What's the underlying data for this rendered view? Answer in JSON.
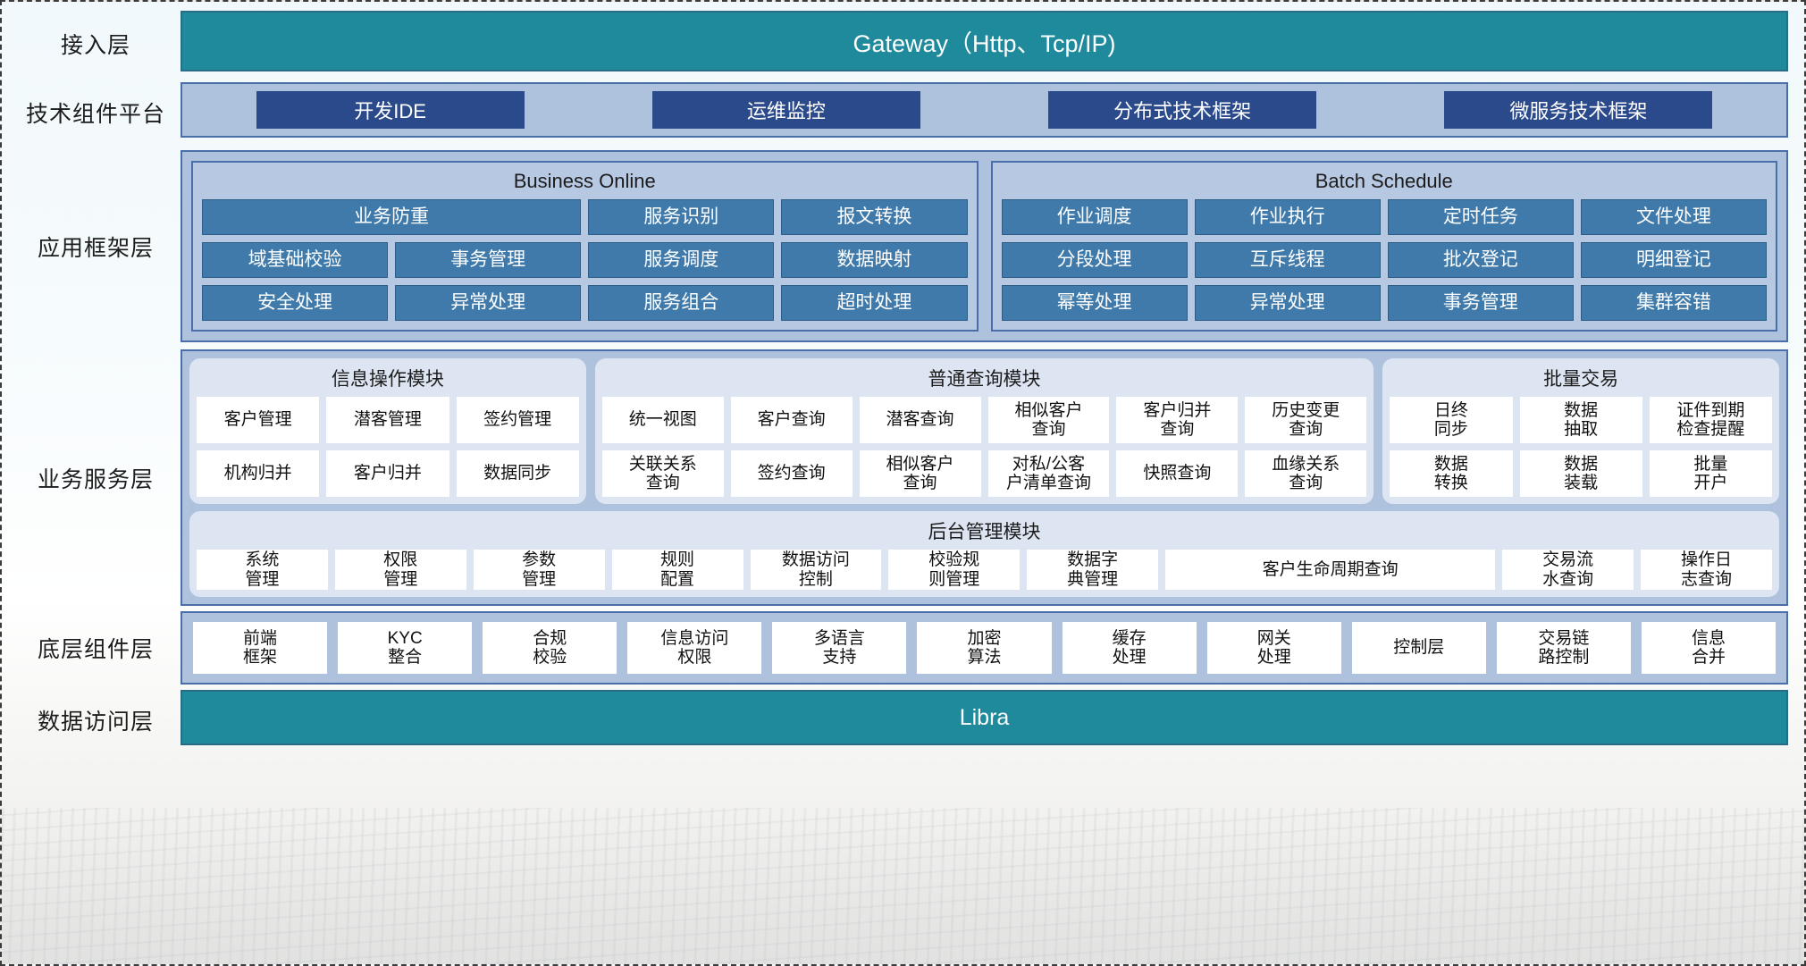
{
  "layers": {
    "access": "接入层",
    "tech": "技术组件平台",
    "app_framework": "应用框架层",
    "business_service": "业务服务层",
    "base_component": "底层组件层",
    "data_access": "数据访问层"
  },
  "gateway": {
    "label": "Gateway（Http、Tcp/IP)"
  },
  "tech_platform": {
    "items": [
      {
        "label": "开发IDE"
      },
      {
        "label": "运维监控"
      },
      {
        "label": "分布式技术框架"
      },
      {
        "label": "微服务技术框架"
      }
    ]
  },
  "app_framework": {
    "panels": [
      {
        "title": "Business Online",
        "rows": [
          [
            {
              "label": "业务防重",
              "span": 2
            },
            {
              "label": "服务识别"
            },
            {
              "label": "报文转换"
            }
          ],
          [
            {
              "label": "域基础校验"
            },
            {
              "label": "事务管理"
            },
            {
              "label": "服务调度"
            },
            {
              "label": "数据映射"
            }
          ],
          [
            {
              "label": "安全处理"
            },
            {
              "label": "异常处理"
            },
            {
              "label": "服务组合"
            },
            {
              "label": "超时处理"
            }
          ]
        ]
      },
      {
        "title": "Batch Schedule",
        "rows": [
          [
            {
              "label": "作业调度"
            },
            {
              "label": "作业执行"
            },
            {
              "label": "定时任务"
            },
            {
              "label": "文件处理"
            }
          ],
          [
            {
              "label": "分段处理"
            },
            {
              "label": "互斥线程"
            },
            {
              "label": "批次登记"
            },
            {
              "label": "明细登记"
            }
          ],
          [
            {
              "label": "幂等处理"
            },
            {
              "label": "异常处理"
            },
            {
              "label": "事务管理"
            },
            {
              "label": "集群容错"
            }
          ]
        ]
      }
    ]
  },
  "business_service": {
    "top_modules": [
      {
        "title": "信息操作模块",
        "cols": 3,
        "cells": [
          "客户管理",
          "潜客管理",
          "签约管理",
          "机构归并",
          "客户归并",
          "数据同步"
        ]
      },
      {
        "title": "普通查询模块",
        "cols": 6,
        "cells": [
          "统一视图",
          "客户查询",
          "潜客查询",
          "相似客户\n查询",
          "客户归并\n查询",
          "历史变更\n查询",
          "关联关系\n查询",
          "签约查询",
          "相似客户\n查询",
          "对私/公客\n户清单查询",
          "快照查询",
          "血缘关系\n查询"
        ]
      },
      {
        "title": "批量交易",
        "cols": 3,
        "cells": [
          "日终\n同步",
          "数据\n抽取",
          "证件到期\n检查提醒",
          "数据\n转换",
          "数据\n装载",
          "批量\n开户"
        ]
      }
    ],
    "bottom_module": {
      "title": "后台管理模块",
      "cells": [
        {
          "label": "系统\n管理",
          "flex": 1
        },
        {
          "label": "权限\n管理",
          "flex": 1
        },
        {
          "label": "参数\n管理",
          "flex": 1
        },
        {
          "label": "规则\n配置",
          "flex": 1
        },
        {
          "label": "数据访问\n控制",
          "flex": 1
        },
        {
          "label": "校验规\n则管理",
          "flex": 1
        },
        {
          "label": "数据字\n典管理",
          "flex": 1
        },
        {
          "label": "客户生命周期查询",
          "flex": 2.6
        },
        {
          "label": "交易流\n水查询",
          "flex": 1
        },
        {
          "label": "操作日\n志查询",
          "flex": 1
        }
      ]
    }
  },
  "base_component": {
    "items": [
      {
        "label": "前端\n框架",
        "flex": 1
      },
      {
        "label": "KYC\n整合",
        "flex": 1
      },
      {
        "label": "合规\n校验",
        "flex": 1
      },
      {
        "label": "信息访问\n权限",
        "flex": 1
      },
      {
        "label": "多语言\n支持",
        "flex": 1
      },
      {
        "label": "加密\n算法",
        "flex": 1
      },
      {
        "label": "缓存\n处理",
        "flex": 1
      },
      {
        "label": "网关\n处理",
        "flex": 1
      },
      {
        "label": "控制层",
        "flex": 1
      },
      {
        "label": "交易链\n路控制",
        "flex": 1
      },
      {
        "label": "信息\n合并",
        "flex": 1
      }
    ]
  },
  "data_access": {
    "label": "Libra"
  },
  "colors": {
    "teal": "#1e8a9b",
    "band_blue": "#aec2de",
    "panel_blue": "#b7c8e2",
    "cell_blue": "#3f7aab",
    "tech_blue": "#2b4a8b",
    "module_card": "#dde5f2",
    "border_blue": "#4a6fa8"
  }
}
